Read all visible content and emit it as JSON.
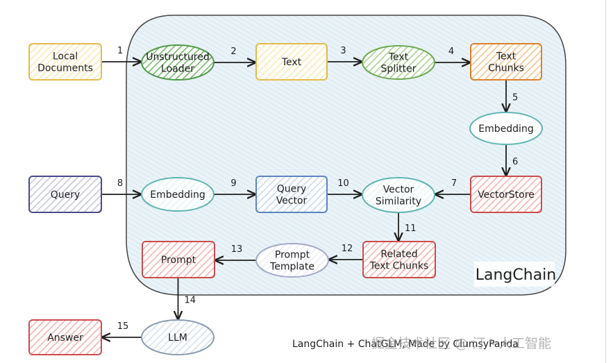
{
  "group": {
    "label": "LangChain",
    "fill": "#dbeaf3",
    "stroke": "#444444"
  },
  "caption": "LangChain + ChatGLM, Made by ClumsyPanda",
  "watermark": "掘金技术社区 @ 汀丶人工智能",
  "nodes": [
    {
      "id": "local-documents",
      "shape": "rect",
      "lines": [
        "Local",
        "Documents"
      ],
      "stroke": "#e6b94a",
      "fill": "#fbe9b0"
    },
    {
      "id": "unstructured-loader",
      "shape": "ellipse",
      "lines": [
        "Unstructured",
        "Loader"
      ],
      "stroke": "#4f9a4a",
      "fill": "#74b86c"
    },
    {
      "id": "text",
      "shape": "rect",
      "lines": [
        "Text"
      ],
      "stroke": "#e6b94a",
      "fill": "#fbe9b0"
    },
    {
      "id": "text-splitter",
      "shape": "ellipse",
      "lines": [
        "Text",
        "Splitter"
      ],
      "stroke": "#6aa84f",
      "fill": "#a7d18f"
    },
    {
      "id": "text-chunks",
      "shape": "rect",
      "lines": [
        "Text",
        "Chunks"
      ],
      "stroke": "#d9822b",
      "fill": "#f5c48c"
    },
    {
      "id": "embedding-doc",
      "shape": "ellipse",
      "lines": [
        "Embedding"
      ],
      "stroke": "#5fb5b0",
      "fill": "#ffffff"
    },
    {
      "id": "vectorstore",
      "shape": "rect",
      "lines": [
        "VectorStore"
      ],
      "stroke": "#cc4c4c",
      "fill": "#f5b3b3"
    },
    {
      "id": "query",
      "shape": "rect",
      "lines": [
        "Query"
      ],
      "stroke": "#4a4a8c",
      "fill": "#c6c6e0"
    },
    {
      "id": "embedding-query",
      "shape": "ellipse",
      "lines": [
        "Embedding"
      ],
      "stroke": "#5fb5b0",
      "fill": "#e6f4f6"
    },
    {
      "id": "query-vector",
      "shape": "rect",
      "lines": [
        "Query",
        "Vector"
      ],
      "stroke": "#5b84c4",
      "fill": "#c9daf2"
    },
    {
      "id": "vector-similarity",
      "shape": "ellipse",
      "lines": [
        "Vector",
        "Similarity"
      ],
      "stroke": "#5fb5b0",
      "fill": "#e6f4f6"
    },
    {
      "id": "related-text-chunks",
      "shape": "rect",
      "lines": [
        "Related",
        "Text Chunks"
      ],
      "stroke": "#cc4c4c",
      "fill": "#f5b3b3"
    },
    {
      "id": "prompt-template",
      "shape": "ellipse",
      "lines": [
        "Prompt",
        "Template"
      ],
      "stroke": "#a3a8c7",
      "fill": "#eceef6"
    },
    {
      "id": "prompt",
      "shape": "rect",
      "lines": [
        "Prompt"
      ],
      "stroke": "#cc4c4c",
      "fill": "#f5b3b3"
    },
    {
      "id": "llm",
      "shape": "ellipse",
      "lines": [
        "LLM"
      ],
      "stroke": "#8a9bb0",
      "fill": "#d7e1ec"
    },
    {
      "id": "answer",
      "shape": "rect",
      "lines": [
        "Answer"
      ],
      "stroke": "#cc4c4c",
      "fill": "#f5b3b3"
    }
  ],
  "edges": [
    {
      "step": "1",
      "from": "local-documents",
      "to": "unstructured-loader"
    },
    {
      "step": "2",
      "from": "unstructured-loader",
      "to": "text"
    },
    {
      "step": "3",
      "from": "text",
      "to": "text-splitter"
    },
    {
      "step": "4",
      "from": "text-splitter",
      "to": "text-chunks"
    },
    {
      "step": "5",
      "from": "text-chunks",
      "to": "embedding-doc"
    },
    {
      "step": "6",
      "from": "embedding-doc",
      "to": "vectorstore"
    },
    {
      "step": "7",
      "from": "vectorstore",
      "to": "vector-similarity"
    },
    {
      "step": "8",
      "from": "query",
      "to": "embedding-query"
    },
    {
      "step": "9",
      "from": "embedding-query",
      "to": "query-vector"
    },
    {
      "step": "10",
      "from": "query-vector",
      "to": "vector-similarity"
    },
    {
      "step": "11",
      "from": "vector-similarity",
      "to": "related-text-chunks"
    },
    {
      "step": "12",
      "from": "related-text-chunks",
      "to": "prompt-template"
    },
    {
      "step": "13",
      "from": "prompt-template",
      "to": "prompt"
    },
    {
      "step": "14",
      "from": "prompt",
      "to": "llm"
    },
    {
      "step": "15",
      "from": "llm",
      "to": "answer"
    }
  ]
}
